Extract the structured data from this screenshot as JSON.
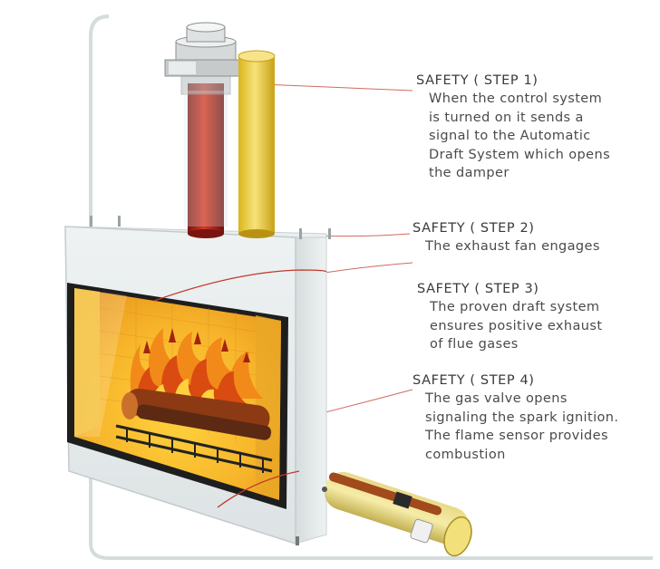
{
  "steps": [
    {
      "title": "SAFETY ( STEP 1)",
      "text": "When the control system\nis turned on it sends a\nsignal to the Automatic\nDraft System which opens\nthe damper"
    },
    {
      "title": "SAFETY ( STEP 2)",
      "text": "The exhaust fan engages"
    },
    {
      "title": "SAFETY ( STEP 3)",
      "text": "The proven draft system\nensures positive exhaust\nof flue gases"
    },
    {
      "title": "SAFETY ( STEP 4)",
      "text": "The gas valve opens\nsignaling the spark ignition.\nThe flame sensor provides\ncombustion"
    }
  ],
  "colors": {
    "label_text": "#3a3a3a",
    "flame_orange": "#f28a1a",
    "firebox_yellow": "#f5c63a",
    "flue_red": "#b8231a",
    "pipe_yellow": "#f2d23a",
    "housing_grey": "#e4e9ea",
    "wire_red": "#c0392b"
  }
}
